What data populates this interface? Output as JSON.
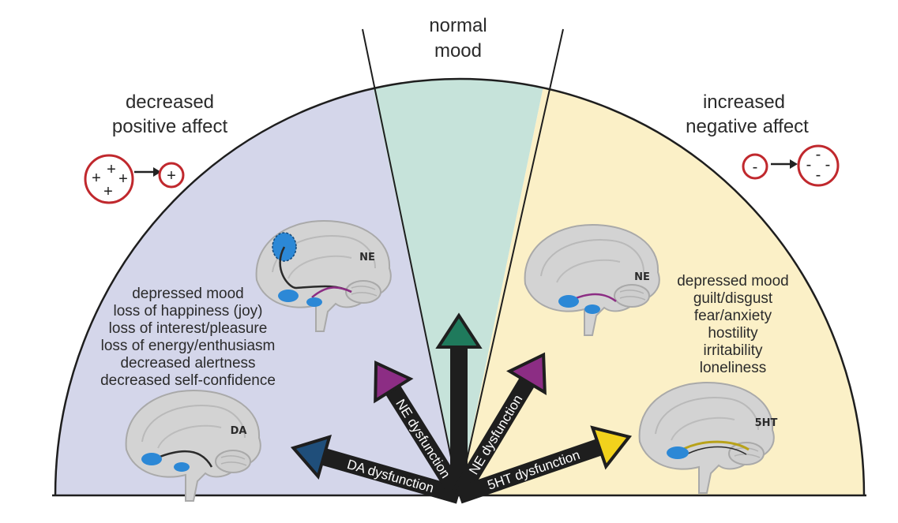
{
  "regions": {
    "center": {
      "title_line1": "normal",
      "title_line2": "mood"
    },
    "left": {
      "title_line1": "decreased",
      "title_line2": "positive affect",
      "symptoms": [
        "depressed mood",
        "loss of happiness (joy)",
        "loss of interest/pleasure",
        "loss of energy/enthusiasm",
        "decreased alertness",
        "decreased self-confidence"
      ]
    },
    "right": {
      "title_line1": "increased",
      "title_line2": "negative affect",
      "symptoms": [
        "depressed mood",
        "guilt/disgust",
        "fear/anxiety",
        "hostility",
        "irritability",
        "loneliness"
      ]
    }
  },
  "arrows": {
    "da": "DA dysfunction",
    "ne_left": "NE dysfunction",
    "ne_right": "NE dysfunction",
    "ht": "5HT dysfunction"
  },
  "brains": {
    "left_top": "NE",
    "left_bottom": "DA",
    "right_top": "NE",
    "right_bottom": "5HT"
  },
  "symbols": {
    "plus": "+",
    "minus": "-"
  },
  "colors": {
    "left_region": "#d4d6ea",
    "center_region": "#c6e3da",
    "right_region": "#fbf0c7",
    "arrow_da": "#1f4e7a",
    "arrow_ne": "#8c2d84",
    "arrow_center": "#1f7a5c",
    "arrow_5ht": "#f2d21c",
    "circle": "#c0282d",
    "brain": "#d3d3d3",
    "nucleus": "#2c88d6"
  }
}
